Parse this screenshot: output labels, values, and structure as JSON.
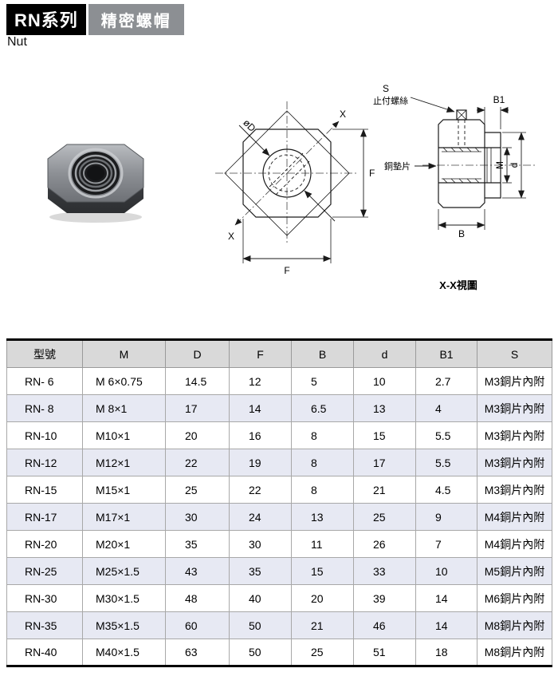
{
  "page": {
    "series_label": "RN系列",
    "category_label": "精密螺帽",
    "product_name": "Nut"
  },
  "diagram": {
    "front_view": {
      "diameter_label": "øD",
      "section_label_top": "X",
      "section_label_bottom": "X",
      "width_label_right": "F",
      "width_label_bottom": "F"
    },
    "side_view": {
      "set_screw_symbol": "S",
      "set_screw_label": "止付螺絲",
      "b1_label": "B1",
      "washer_label": "銅墊片",
      "m_label": "M",
      "d_label": "d",
      "b_label": "B",
      "caption": "X-X視圖"
    }
  },
  "table": {
    "headers": [
      "型號",
      "M",
      "D",
      "F",
      "B",
      "d",
      "B1",
      "S"
    ],
    "rows": [
      [
        "RN- 6",
        "M 6×0.75",
        "14.5",
        "12",
        "5",
        "10",
        "2.7",
        "M3銅片內附"
      ],
      [
        "RN- 8",
        "M 8×1",
        "17",
        "14",
        "6.5",
        "13",
        "4",
        "M3銅片內附"
      ],
      [
        "RN-10",
        "M10×1",
        "20",
        "16",
        "8",
        "15",
        "5.5",
        "M3銅片內附"
      ],
      [
        "RN-12",
        "M12×1",
        "22",
        "19",
        "8",
        "17",
        "5.5",
        "M3銅片內附"
      ],
      [
        "RN-15",
        "M15×1",
        "25",
        "22",
        "8",
        "21",
        "4.5",
        "M3銅片內附"
      ],
      [
        "RN-17",
        "M17×1",
        "30",
        "24",
        "13",
        "25",
        "9",
        "M4銅片內附"
      ],
      [
        "RN-20",
        "M20×1",
        "35",
        "30",
        "11",
        "26",
        "7",
        "M4銅片內附"
      ],
      [
        "RN-25",
        "M25×1.5",
        "43",
        "35",
        "15",
        "33",
        "10",
        "M5銅片內附"
      ],
      [
        "RN-30",
        "M30×1.5",
        "48",
        "40",
        "20",
        "39",
        "14",
        "M6銅片內附"
      ],
      [
        "RN-35",
        "M35×1.5",
        "60",
        "50",
        "21",
        "46",
        "14",
        "M8銅片內附"
      ],
      [
        "RN-40",
        "M40×1.5",
        "63",
        "50",
        "25",
        "51",
        "18",
        "M8銅片內附"
      ]
    ]
  },
  "colors": {
    "badge_black": "#000000",
    "badge_gray": "#8c8f93",
    "table_header_bg": "#d9d9d9",
    "row_alt_bg": "#e7e9f3"
  }
}
